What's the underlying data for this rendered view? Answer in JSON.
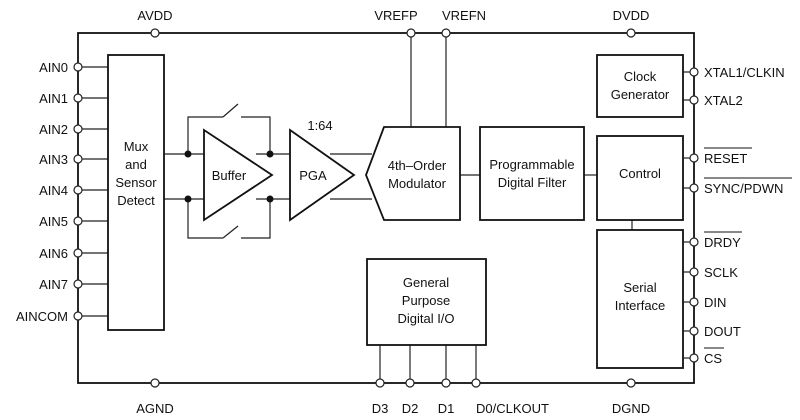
{
  "top_pins": {
    "avdd": "AVDD",
    "vrefp": "VREFP",
    "vrefn": "VREFN",
    "dvdd": "DVDD"
  },
  "bottom_pins": {
    "agnd": "AGND",
    "d3": "D3",
    "d2": "D2",
    "d1": "D1",
    "d0": "D0/CLKOUT",
    "dgnd": "DGND"
  },
  "left_pins": [
    "AIN0",
    "AIN1",
    "AIN2",
    "AIN3",
    "AIN4",
    "AIN5",
    "AIN6",
    "AIN7",
    "AINCOM"
  ],
  "right_pins": {
    "xtal1": "XTAL1/CLKIN",
    "xtal2": "XTAL2",
    "reset": "RESET",
    "sync": "SYNC/PDWN",
    "drdy": "DRDY",
    "sclk": "SCLK",
    "din": "DIN",
    "dout": "DOUT",
    "cs": "CS"
  },
  "blocks": {
    "mux": [
      "Mux",
      "and",
      "Sensor",
      "Detect"
    ],
    "buffer": "Buffer",
    "pga": "PGA",
    "pga_gain": "1:64",
    "modulator": [
      "4th–Order",
      "Modulator"
    ],
    "filter": [
      "Programmable",
      "Digital Filter"
    ],
    "control": "Control",
    "clock": [
      "Clock",
      "Generator"
    ],
    "serial": [
      "Serial",
      "Interface"
    ],
    "gpio": [
      "General",
      "Purpose",
      "Digital I/O"
    ]
  }
}
